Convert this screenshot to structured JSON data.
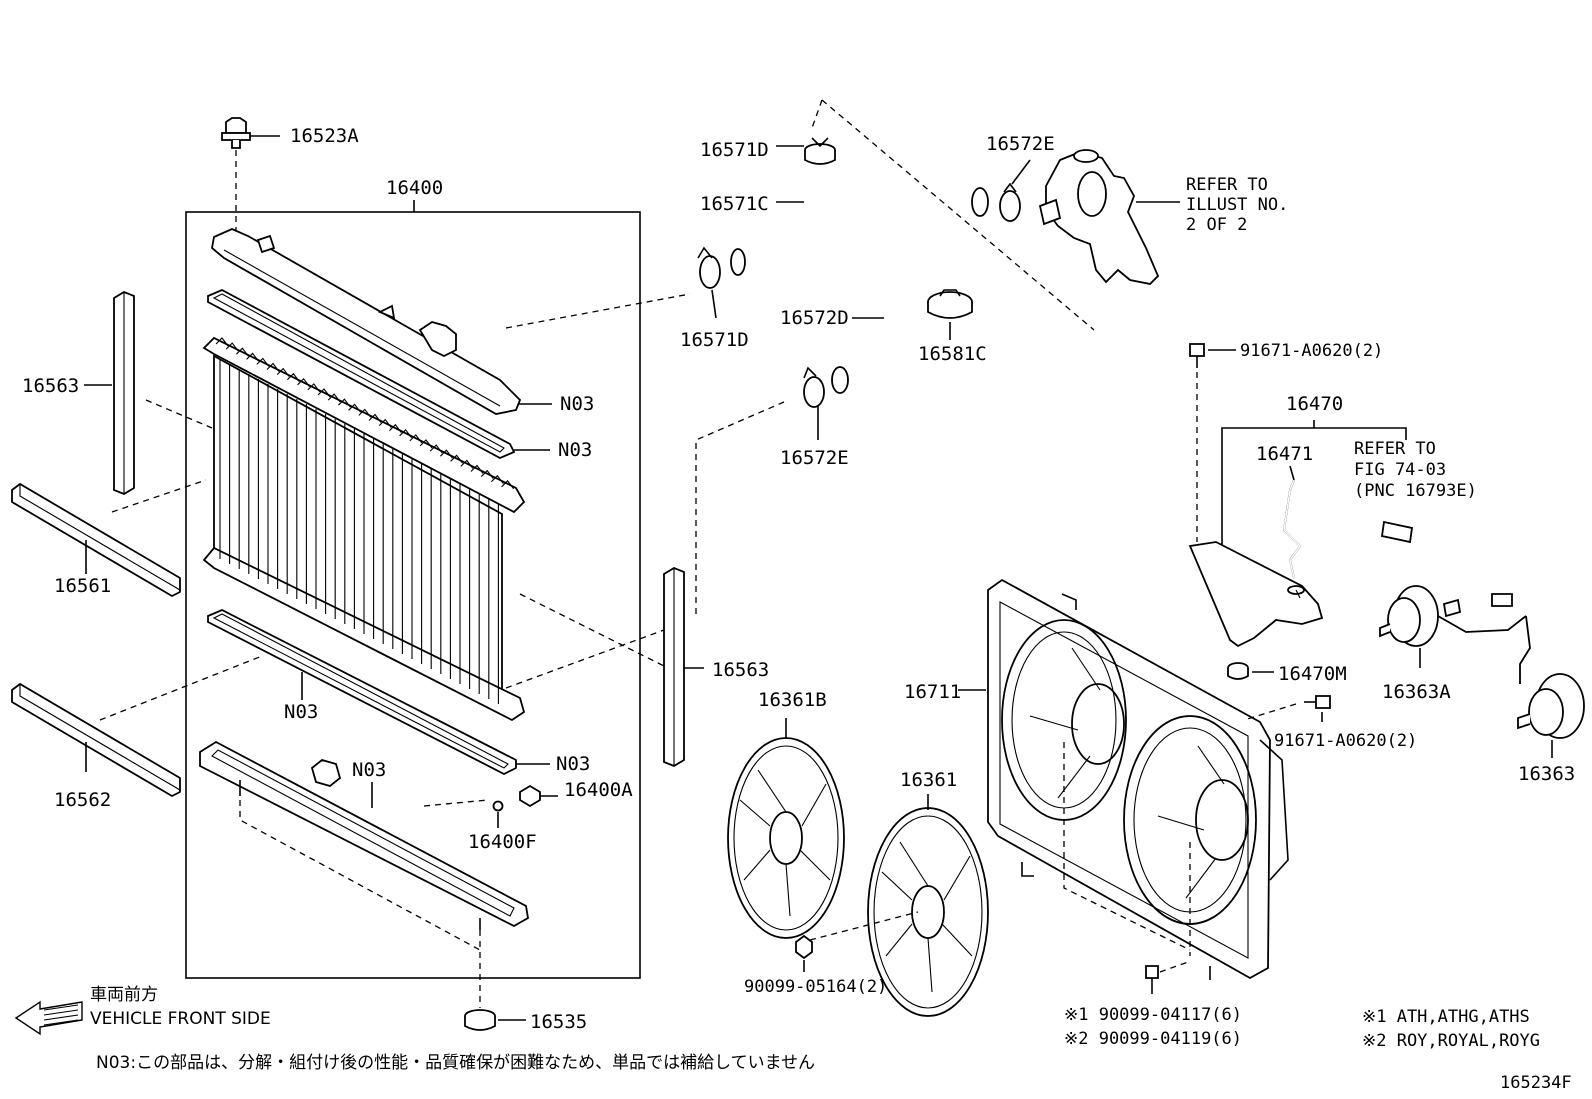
{
  "labels": {
    "p16523A": "16523A",
    "p16400": "16400",
    "p16563_left": "16563",
    "p16561": "16561",
    "p16562": "16562",
    "p16563_right": "16563",
    "n03_1": "N03",
    "n03_2": "N03",
    "n03_3": "N03",
    "n03_4": "N03",
    "n03_5": "N03",
    "p16400A": "16400A",
    "p16400F": "16400F",
    "p16535": "16535",
    "p16571D_top": "16571D",
    "p16571C": "16571C",
    "p16571D_bottom": "16571D",
    "p16572D": "16572D",
    "p16581C": "16581C",
    "p16572E_top": "16572E",
    "p16572E_bottom": "16572E",
    "refer_illust_1": "REFER TO",
    "refer_illust_2": "ILLUST NO.",
    "refer_illust_3": "2 OF 2",
    "p91671_top": "91671-A0620(2)",
    "p16470": "16470",
    "p16471": "16471",
    "refer_fig_1": "REFER TO",
    "refer_fig_2": "FIG 74-03",
    "refer_fig_3": "(PNC 16793E)",
    "p16470M": "16470M",
    "p16363A": "16363A",
    "p16363": "16363",
    "p91671_bottom": "91671-A0620(2)",
    "p16711": "16711",
    "p16361B": "16361B",
    "p16361": "16361",
    "p90099_05164": "90099-05164(2)",
    "p90099_04117": "※1 90099-04117(6)",
    "p90099_04119": "※2 90099-04119(6)",
    "note_1": "※1 ATH,ATHG,ATHS",
    "note_2": "※2 ROY,ROYAL,ROYG",
    "front_jp": "車両前方",
    "front_en": "VEHICLE FRONT SIDE",
    "n03_note": "N03:この部品は、分解・組付け後の性能・品質確保が困難なため、単品では補給していません",
    "figure_id": "165234F"
  }
}
